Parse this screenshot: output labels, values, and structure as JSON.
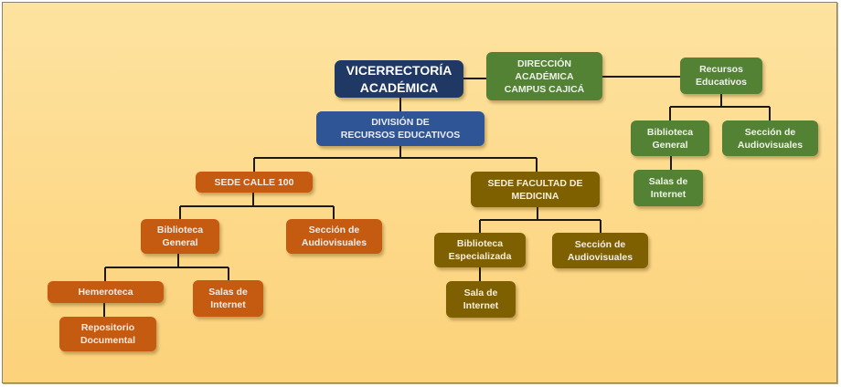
{
  "diagram": {
    "type": "org-chart",
    "colors": {
      "background": "#fdd98a",
      "vicerrectoria": "#1f3864",
      "division": "#2f5597",
      "campus_cajica": "#548235",
      "sede_calle_100": "#c55a11",
      "sede_medicina": "#7f6000",
      "connector": "#1c1a16"
    },
    "nodes": {
      "vicerrectoria": "VICERRECTORÍA\nACADÉMICA",
      "division": "DIVISIÓN DE\nRECURSOS EDUCATIVOS",
      "direccion_cajica": "DIRECCIÓN\nACADÉMICA\nCAMPUS CAJICÁ",
      "cajica_recursos": "Recursos\nEducativos",
      "cajica_biblioteca": "Biblioteca\nGeneral",
      "cajica_audiovisuales": "Sección de\nAudiovisuales",
      "cajica_salas": "Salas de\nInternet",
      "sede_calle_100": "SEDE CALLE 100",
      "c100_biblioteca": "Biblioteca\nGeneral",
      "c100_audiovisuales": "Sección de\nAudiovisuales",
      "c100_hemeroteca": "Hemeroteca",
      "c100_salas": "Salas de\nInternet",
      "c100_repositorio": "Repositorio\nDocumental",
      "sede_medicina": "SEDE FACULTAD DE\nMEDICINA",
      "med_biblioteca": "Biblioteca\nEspecializada",
      "med_audiovisuales": "Sección de\nAudiovisuales",
      "med_sala": "Sala de\nInternet"
    },
    "edges": [
      [
        "vicerrectoria",
        "direccion_cajica"
      ],
      [
        "direccion_cajica",
        "cajica_recursos"
      ],
      [
        "vicerrectoria",
        "division"
      ],
      [
        "division",
        "sede_calle_100"
      ],
      [
        "division",
        "sede_medicina"
      ],
      [
        "cajica_recursos",
        "cajica_biblioteca"
      ],
      [
        "cajica_recursos",
        "cajica_audiovisuales"
      ],
      [
        "cajica_biblioteca",
        "cajica_salas"
      ],
      [
        "sede_calle_100",
        "c100_biblioteca"
      ],
      [
        "sede_calle_100",
        "c100_audiovisuales"
      ],
      [
        "c100_biblioteca",
        "c100_hemeroteca"
      ],
      [
        "c100_biblioteca",
        "c100_salas"
      ],
      [
        "c100_hemeroteca",
        "c100_repositorio"
      ],
      [
        "sede_medicina",
        "med_biblioteca"
      ],
      [
        "sede_medicina",
        "med_audiovisuales"
      ],
      [
        "med_biblioteca",
        "med_sala"
      ]
    ]
  }
}
